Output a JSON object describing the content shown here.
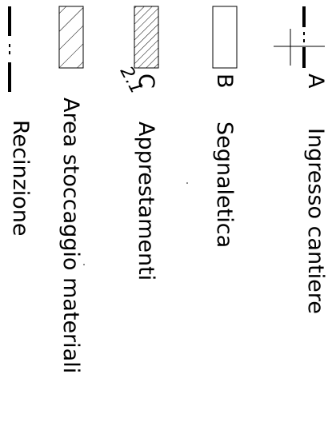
{
  "legend": {
    "items": [
      {
        "letter": "A",
        "label": "Ingresso cantiere",
        "symbol": "entrance-marker-icon"
      },
      {
        "letter": "B",
        "label": "Segnaletica",
        "symbol": "plain-rectangle-icon"
      },
      {
        "letter": "C",
        "label": "Apprestamenti",
        "symbol": "dense-hatch-rectangle-icon"
      },
      {
        "letter": "",
        "label": "Area stoccaggio materiali",
        "symbol": "sparse-hatch-rectangle-icon"
      },
      {
        "letter": "",
        "label": "Recinzione",
        "symbol": "fence-dash-dot-line-icon"
      }
    ],
    "handwritten_mark": "2.1"
  }
}
